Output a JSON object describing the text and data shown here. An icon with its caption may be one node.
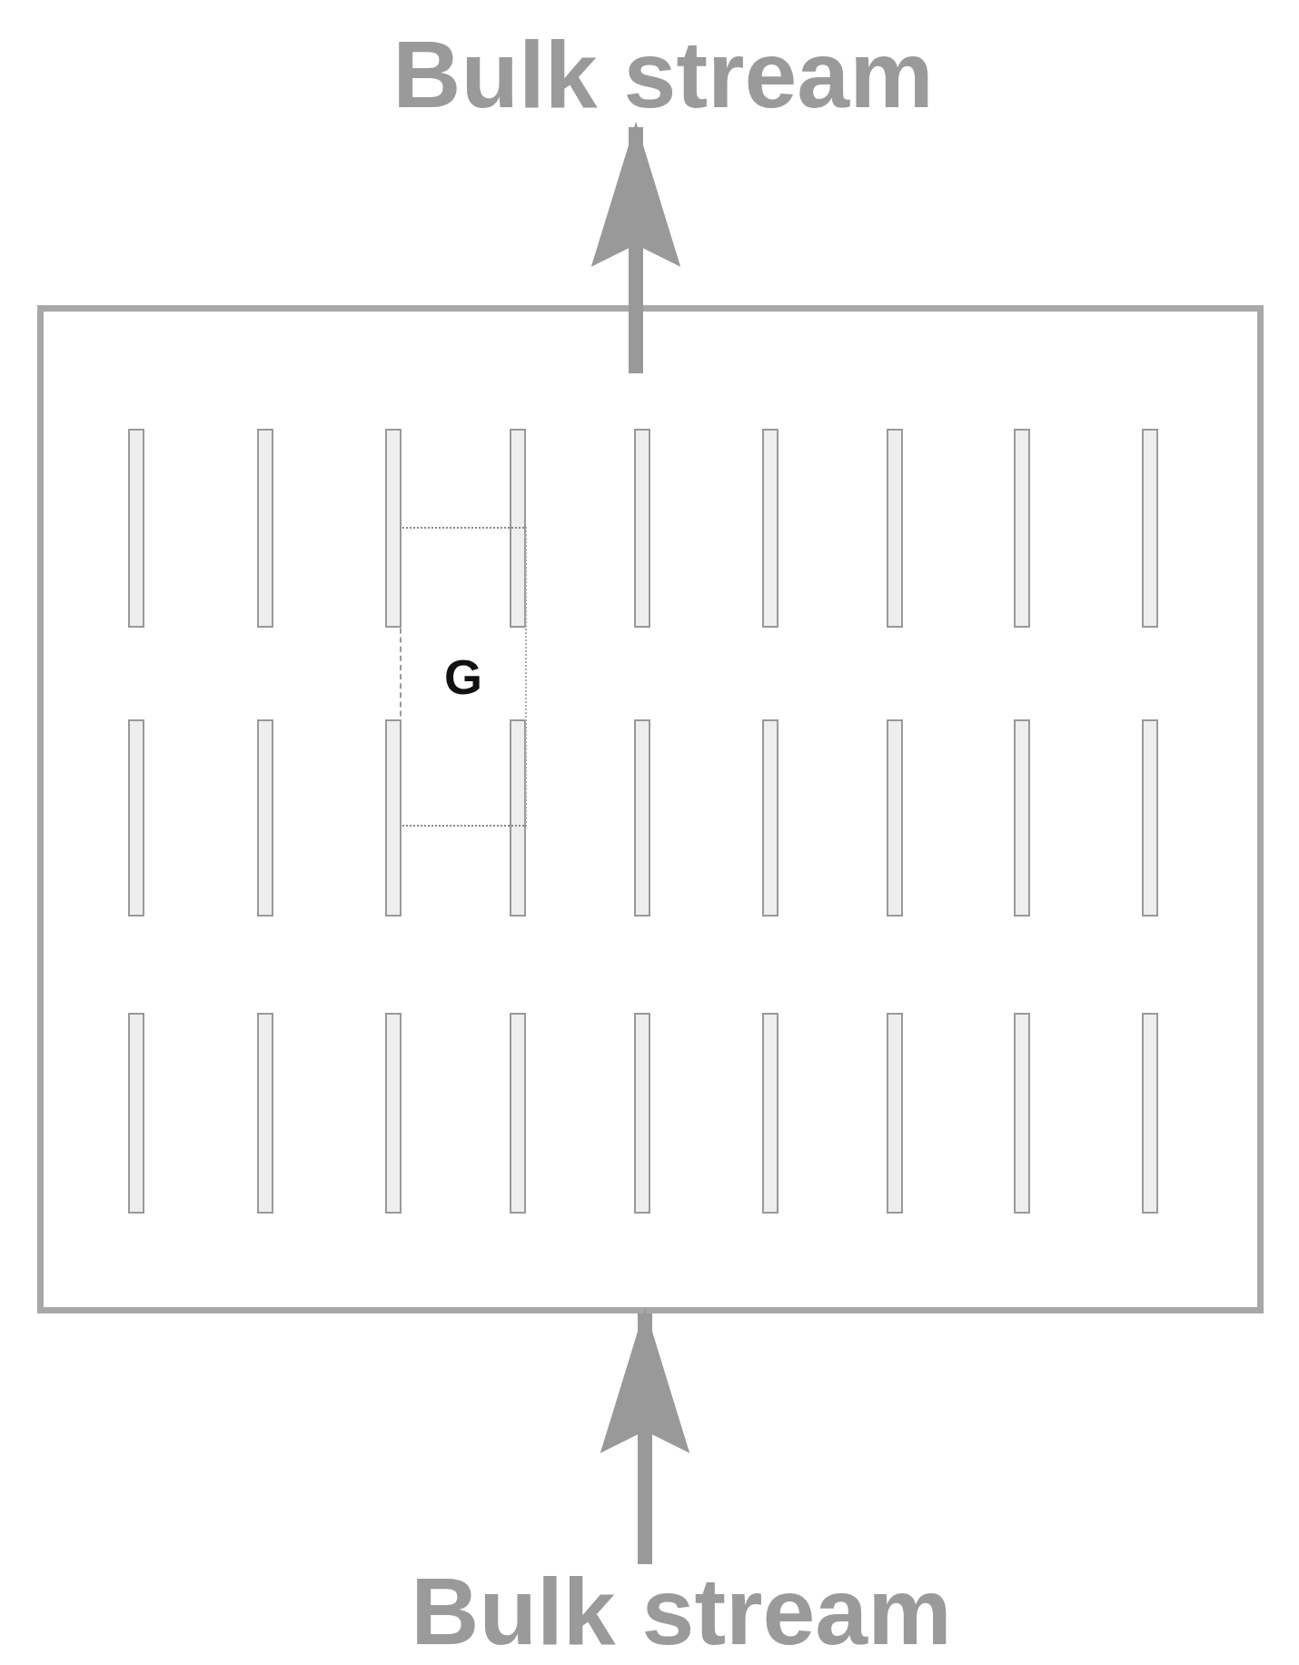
{
  "diagram": {
    "nodes": [
      {
        "text": [
          "Bulk stream"
        ]
      },
      {
        "text": [
          "Bulk stream"
        ]
      },
      {
        "text": [],
        "shape": "box"
      },
      {
        "text": [
          "G"
        ],
        "in": 2
      }
    ],
    "edges": [
      {
        "from": 2,
        "to": 0,
        "arrow": "to"
      },
      {
        "from": 1,
        "to": 2,
        "arrow": "to"
      }
    ]
  }
}
